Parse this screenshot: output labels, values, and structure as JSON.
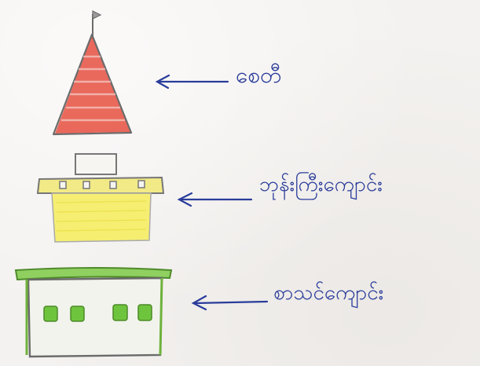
{
  "labels": {
    "pagoda": "စေတီ",
    "monastery": "ဘုန်းကြီးကျောင်း",
    "hall": "စာသင်ကျောင်း"
  },
  "colors": {
    "ink": "#2a3c9a",
    "pagoda_red": "#e24a3a",
    "monastery_yellow": "#f0e24a",
    "hall_green": "#6ec23c",
    "pencil": "#6c6c6c"
  }
}
